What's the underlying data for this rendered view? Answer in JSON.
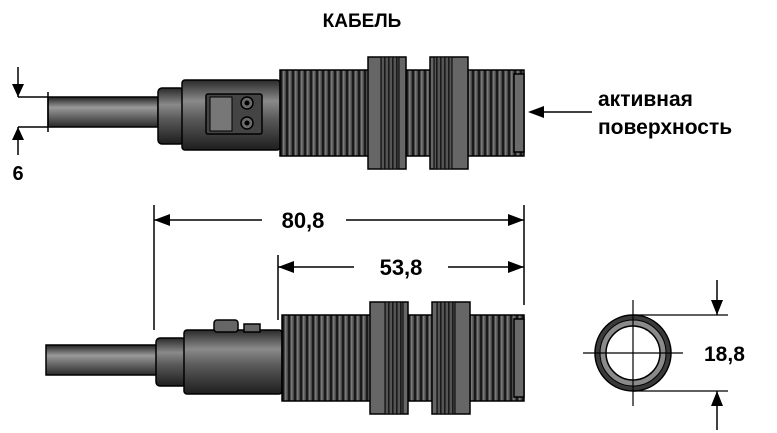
{
  "title": "КАБЕЛЬ",
  "labels": {
    "active_surface_line1": "активная",
    "active_surface_line2": "поверхность"
  },
  "dimensions": {
    "cable_diameter": "6",
    "total_length": "80,8",
    "thread_length": "53,8",
    "thread_diameter": "18,8"
  }
}
